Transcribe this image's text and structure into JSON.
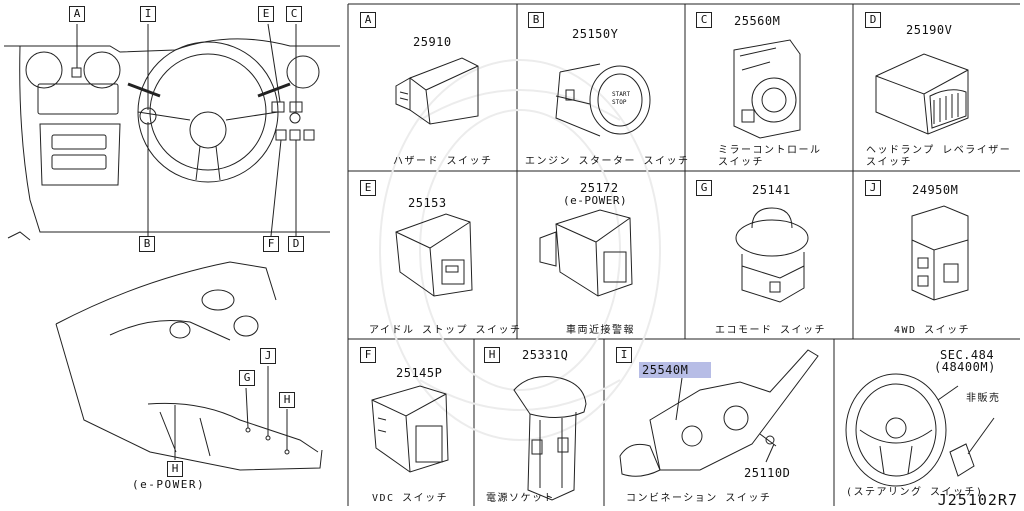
{
  "panels": {
    "A": {
      "letter": "A",
      "part": "25910",
      "caption": "ハザード スイッチ"
    },
    "B": {
      "letter": "B",
      "part": "25150Y",
      "caption": "エンジン スターター スイッチ"
    },
    "C": {
      "letter": "C",
      "part": "25560M",
      "caption_line1": "ミラーコントロール",
      "caption_line2": "スイッチ"
    },
    "D": {
      "letter": "D",
      "part": "25190V",
      "caption_line1": "ヘッドランプ レベライザー",
      "caption_line2": "スイッチ"
    },
    "E": {
      "letter": "E",
      "part": "25153",
      "caption": "アイドル ストップ スイッチ"
    },
    "E2": {
      "part": "25172",
      "part_sub": "(e-POWER)",
      "caption": "車両近接警報"
    },
    "G": {
      "letter": "G",
      "part": "25141",
      "caption": "エコモード スイッチ"
    },
    "J": {
      "letter": "J",
      "part": "24950M",
      "caption": "4WD スイッチ"
    },
    "F": {
      "letter": "F",
      "part": "25145P",
      "caption": "VDC スイッチ"
    },
    "H": {
      "letter": "H",
      "part": "25331Q",
      "caption": "電源ソケット"
    },
    "I": {
      "letter": "I",
      "part": "25540M",
      "part2": "25110D",
      "caption": "コンビネーション スイッチ"
    },
    "steering": {
      "ref_line1": "SEC.484",
      "ref_line2": "(48400M)",
      "not_sold": "非販売",
      "caption": "(ステアリング スイッチ)"
    }
  },
  "overview": {
    "callouts_top": [
      "A",
      "I",
      "E",
      "C"
    ],
    "callouts_bottom": [
      "B",
      "F",
      "D"
    ],
    "callouts_console": [
      "J",
      "G",
      "H"
    ],
    "console_label_letter": "H",
    "console_label_text": "(e-POWER)"
  },
  "footer_code": "J25102R7",
  "highlight_color": "#b7bde6"
}
